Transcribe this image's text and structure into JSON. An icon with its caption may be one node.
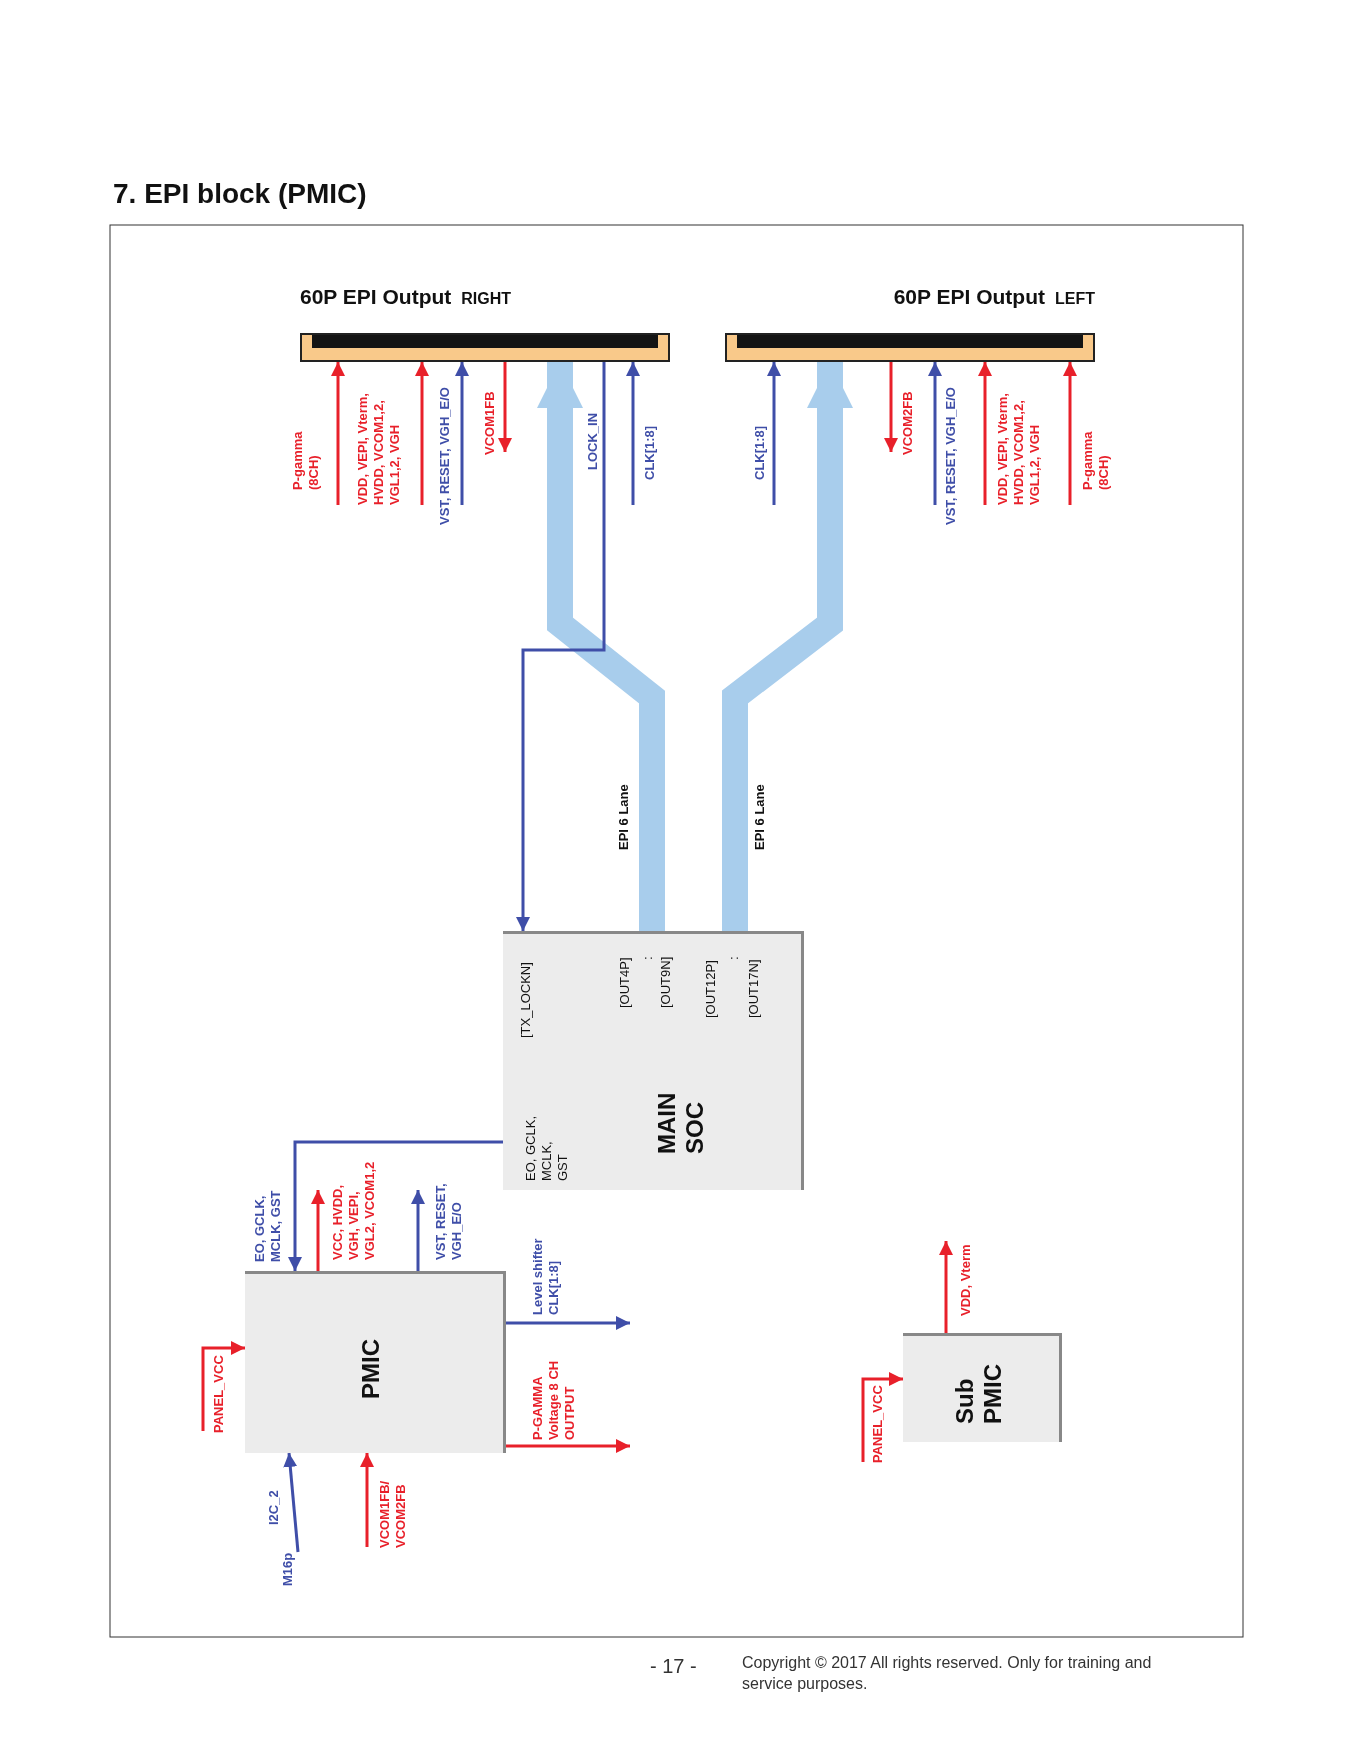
{
  "diagram": {
    "title": "7. EPI block (PMIC)",
    "nodes": [
      {
        "text": [
          "60P EPI Output",
          "RIGHT"
        ]
      },
      {
        "text": [
          "60P EPI Output",
          "LEFT"
        ]
      },
      {
        "text": [
          "MAIN SOC",
          "[TX_LOCKN]",
          "EO, GCLK, MCLK, GST",
          "[OUT4P]",
          ":",
          "[OUT9N]",
          "[OUT12P]",
          ":",
          "[OUT17N]"
        ]
      },
      {
        "text": [
          "PMIC"
        ]
      },
      {
        "text": [
          "Sub PMIC"
        ]
      },
      {
        "text": [
          "M16p"
        ]
      }
    ],
    "edges": [
      {
        "from": null,
        "to": 0,
        "arrow": "to",
        "label": "P-gamma (8CH)",
        "color": "#e8202a"
      },
      {
        "from": null,
        "to": 0,
        "arrow": "to",
        "label": "VDD, VEPI, Vterm, HVDD, VCOM1,2, VGL1,2, VGH",
        "color": "#e8202a"
      },
      {
        "from": null,
        "to": 0,
        "arrow": "to",
        "label": "VST, RESET, VGH_E/O",
        "color": "#3f4ea8"
      },
      {
        "from": 0,
        "to": null,
        "arrow": "to",
        "label": "VCOM1FB",
        "color": "#e8202a"
      },
      {
        "from": 2,
        "to": 0,
        "arrow": "to",
        "label": "EPI 6 Lane",
        "style": "thick",
        "color": "#a8cdec"
      },
      {
        "from": 0,
        "to": 2,
        "arrow": "to",
        "label": "LOCK_IN",
        "color": "#3f4ea8"
      },
      {
        "from": null,
        "to": 0,
        "arrow": "to",
        "label": "CLK[1:8]",
        "color": "#3f4ea8"
      },
      {
        "from": null,
        "to": 1,
        "arrow": "to",
        "label": "CLK[1:8]",
        "color": "#3f4ea8"
      },
      {
        "from": 2,
        "to": 1,
        "arrow": "to",
        "label": "EPI 6 Lane",
        "style": "thick",
        "color": "#a8cdec"
      },
      {
        "from": 1,
        "to": null,
        "arrow": "to",
        "label": "VCOM2FB",
        "color": "#e8202a"
      },
      {
        "from": null,
        "to": 1,
        "arrow": "to",
        "label": "VST, RESET, VGH_E/O",
        "color": "#3f4ea8"
      },
      {
        "from": null,
        "to": 1,
        "arrow": "to",
        "label": "VDD, VEPI, Vterm, HVDD, VCOM1,2, VGL1,2, VGH",
        "color": "#e8202a"
      },
      {
        "from": null,
        "to": 1,
        "arrow": "to",
        "label": "P-gamma (8CH)",
        "color": "#e8202a"
      },
      {
        "from": 2,
        "to": 3,
        "arrow": "to",
        "label": "EO, GCLK, MCLK, GST",
        "color": "#3f4ea8"
      },
      {
        "from": 3,
        "to": null,
        "arrow": "to",
        "label": "VCC, HVDD, VGH, VEPI, VGL2, VCOM1,2",
        "color": "#e8202a"
      },
      {
        "from": 3,
        "to": null,
        "arrow": "to",
        "label": "VST, RESET, VGH_E/O",
        "color": "#3f4ea8"
      },
      {
        "from": null,
        "to": 3,
        "arrow": "to",
        "label": "PANEL_VCC",
        "color": "#e8202a"
      },
      {
        "from": 3,
        "to": null,
        "arrow": "to",
        "label": "Level shifter CLK[1:8]",
        "color": "#3f4ea8"
      },
      {
        "from": 3,
        "to": null,
        "arrow": "to",
        "label": "P-GAMMA Voltage 8 CH OUTPUT",
        "color": "#e8202a"
      },
      {
        "from": 5,
        "to": 3,
        "arrow": "to",
        "label": "I2C_2",
        "color": "#3f4ea8"
      },
      {
        "from": null,
        "to": 3,
        "arrow": "to",
        "label": "VCOM1FB/ VCOM2FB",
        "color": "#e8202a"
      },
      {
        "from": null,
        "to": 4,
        "arrow": "to",
        "label": "PANEL_VCC",
        "color": "#e8202a"
      },
      {
        "from": 4,
        "to": null,
        "arrow": "to",
        "label": "VDD, Vterm",
        "color": "#e8202a"
      }
    ],
    "labels": [
      "- 17 -",
      "Copyright © 2017 All rights reserved. Only for training and service purposes."
    ]
  }
}
